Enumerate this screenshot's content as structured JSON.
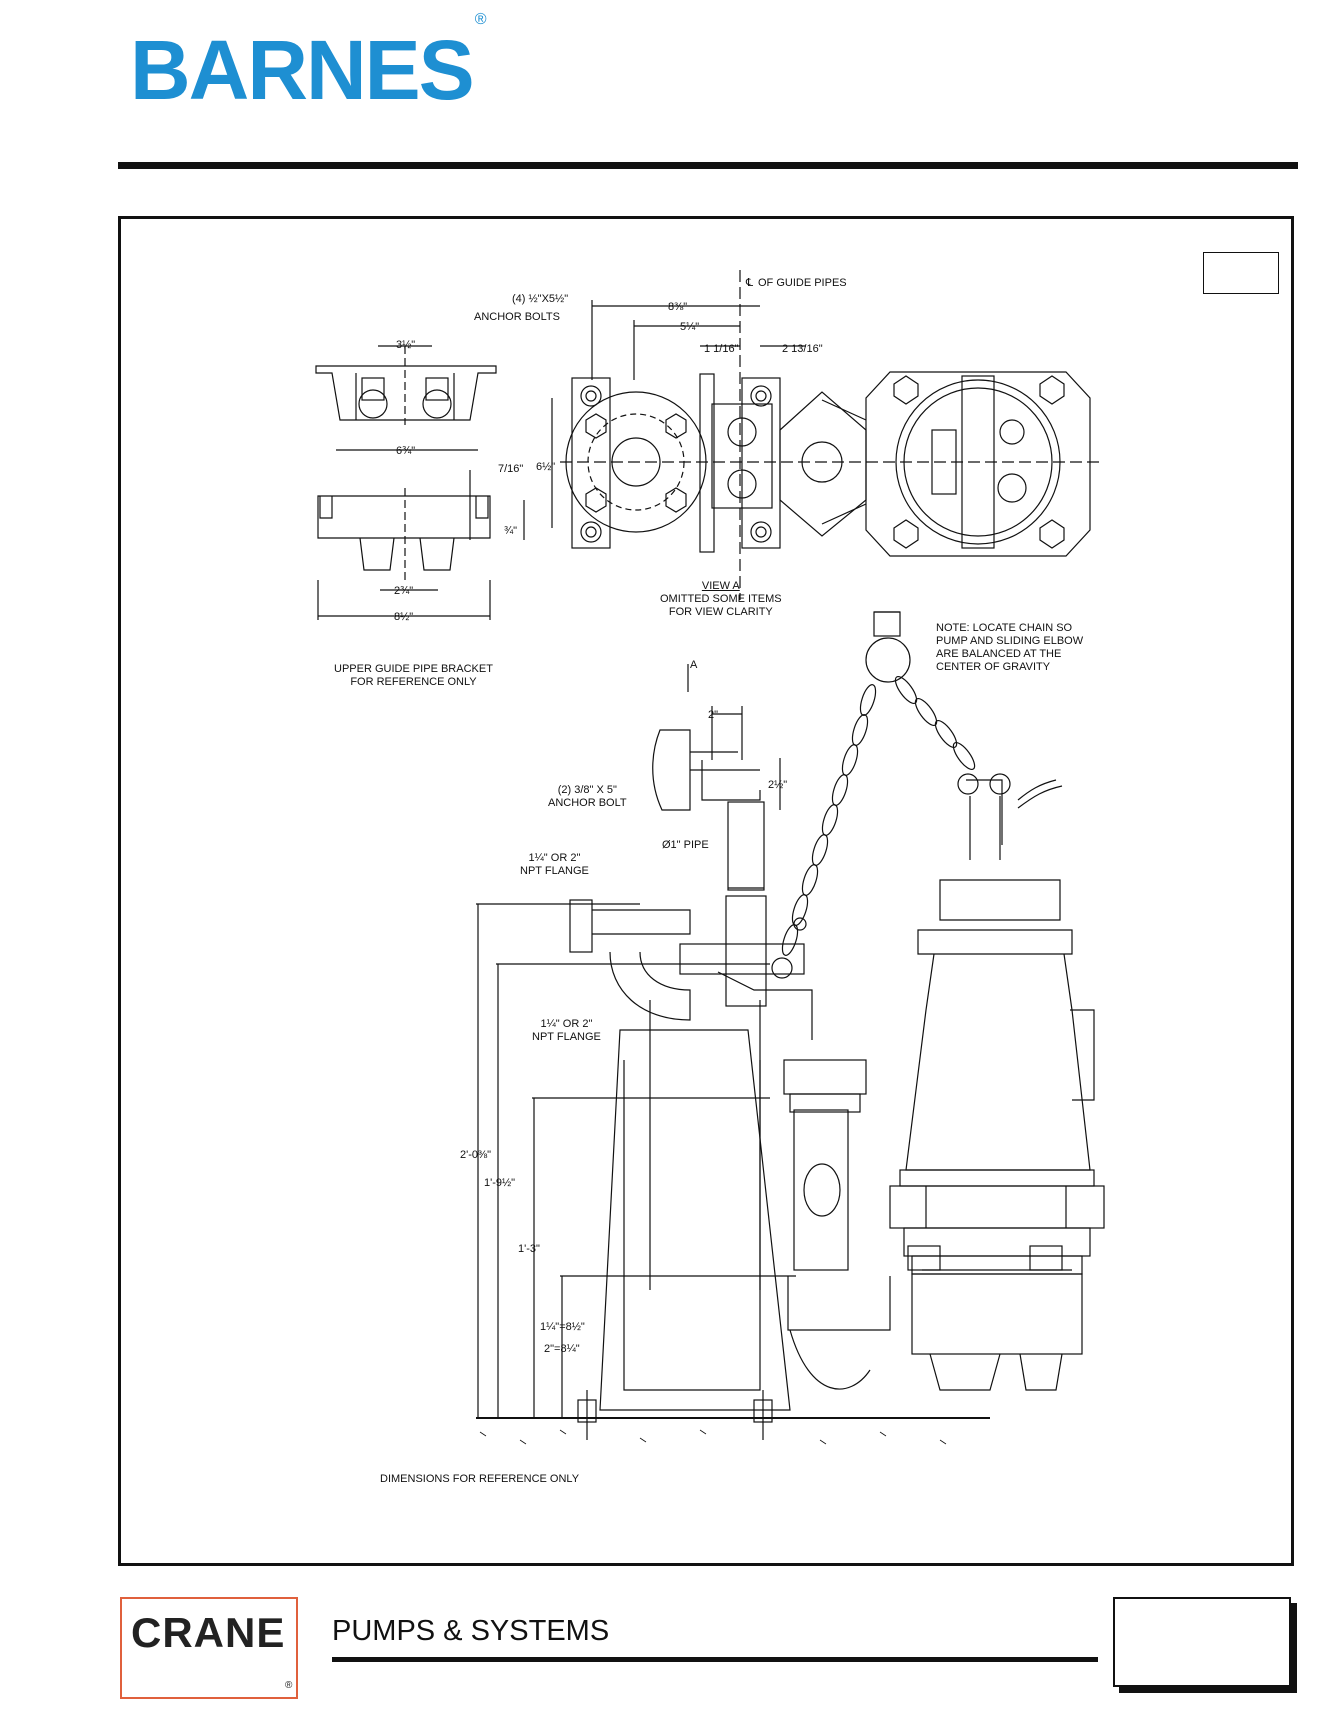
{
  "header": {
    "brand": "BARNES",
    "registered": "®"
  },
  "drawing": {
    "centerline_label": "OF GUIDE PIPES",
    "anchor_bolts_spec": "(4) ½\"X5½\"",
    "anchor_bolts_label": "ANCHOR BOLTS",
    "dim_8_3_8": "8⅜\"",
    "dim_5_1_4": "5¼\"",
    "dim_1_1_16": "1 1/16\"",
    "dim_2_13_16": "2 13/16\"",
    "dim_3_1_2": "3½\"",
    "dim_6_3_4": "6¾\"",
    "dim_7_16": "7/16\"",
    "dim_6_1_2": "6½\"",
    "dim_3_4": "¾\"",
    "dim_2_3_4": "2¾\"",
    "dim_8_1_2": "8½\"",
    "view_a_title": "VIEW A",
    "view_a_note1": "OMITTED SOME ITEMS",
    "view_a_note2": "FOR VIEW CLARITY",
    "bracket_label1": "UPPER GUIDE PIPE BRACKET",
    "bracket_label2": "FOR REFERENCE ONLY",
    "view_arrow_label": "A",
    "chain_note1": "NOTE: LOCATE CHAIN SO",
    "chain_note2": "PUMP AND SLIDING ELBOW",
    "chain_note3": "ARE BALANCED AT THE",
    "chain_note4": "CENTER OF GRAVITY",
    "dim_2": "2\"",
    "anchor_bolt_spec2": "(2) 3/8\" X 5\"",
    "anchor_bolt_label2": "ANCHOR BOLT",
    "dim_2_1_2": "2½\"",
    "pipe_label": "Ø1\" PIPE",
    "flange1_size": "1¼\" OR 2\"",
    "flange1_label": "NPT FLANGE",
    "flange2_size": "1¼\" OR 2\"",
    "flange2_label": "NPT FLANGE",
    "dim_2_0_3_8": "2'-0⅜\"",
    "dim_1_9_1_2": "1'-9½\"",
    "dim_1_3": "1'-3\"",
    "dim_small1": "1¼\"=8½\"",
    "dim_small2": "2\"=8¼\"",
    "footer_note": "DIMENSIONS FOR REFERENCE ONLY"
  },
  "footer": {
    "brand": "CRANE",
    "registered": "®",
    "tagline": "PUMPS & SYSTEMS"
  }
}
